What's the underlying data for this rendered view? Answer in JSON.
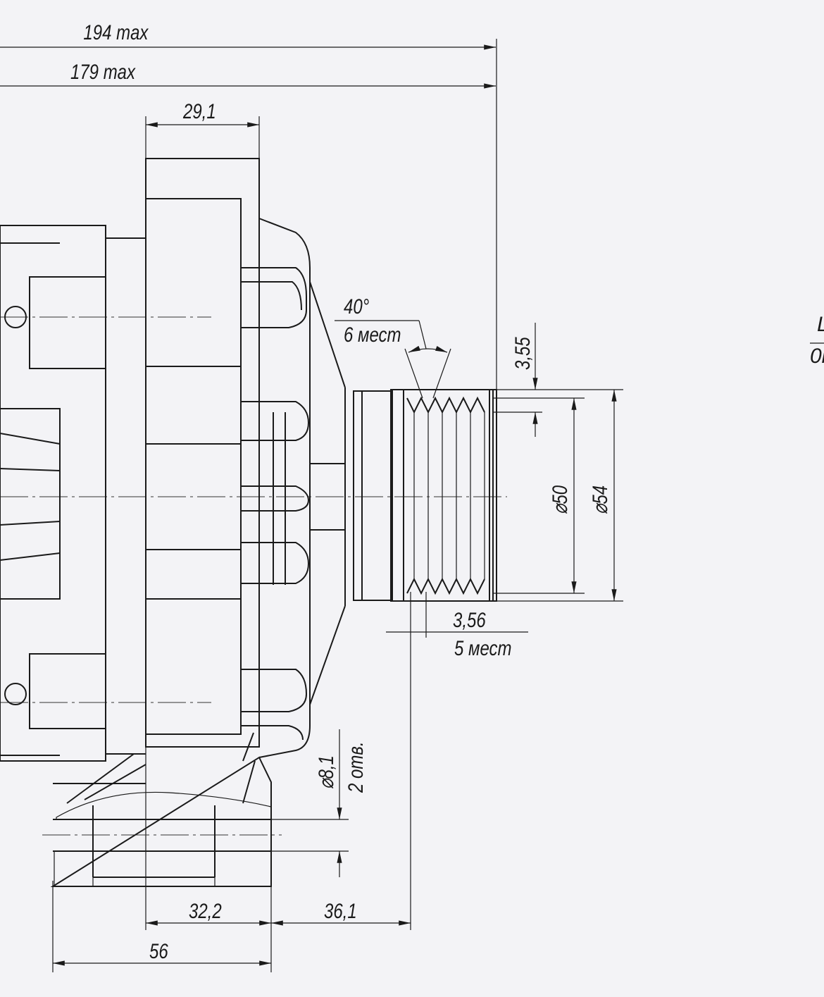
{
  "drawing": {
    "dims": {
      "overall_max": "194 max",
      "body_max": "179 max",
      "flange_width": "29,1",
      "groove_angle": "40°",
      "groove_angle_count": "6 мест",
      "groove_depth": "3,55",
      "pulley_inner_dia": "⌀50",
      "pulley_outer_dia": "⌀54",
      "groove_pitch": "3,56",
      "groove_pitch_count": "5 мест",
      "hole_dia": "⌀8,1",
      "hole_count": "2 отв.",
      "mount_offset": "32,2",
      "mount_to_pulley": "36,1",
      "mount_width": "56",
      "edge_text_top": "L",
      "edge_text_bottom": "0l"
    }
  }
}
